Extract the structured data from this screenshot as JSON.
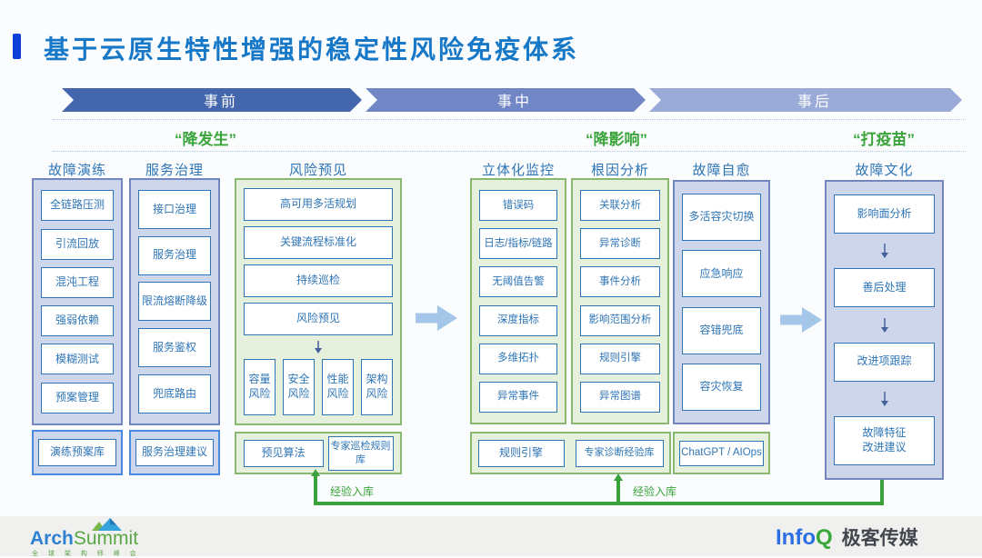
{
  "slide": {
    "title": "基于云原生特性增强的稳定性风险免疫体系"
  },
  "timeline": {
    "phases": [
      {
        "label": "事前",
        "color": "#4466ad"
      },
      {
        "label": "事中",
        "color": "#7187c5"
      },
      {
        "label": "事后",
        "color": "#9aabd8"
      }
    ]
  },
  "stage_labels": [
    "“降发生”",
    "“降影响”",
    "“打疫苗”"
  ],
  "columns": [
    {
      "header": "故障演练",
      "theme": "blue",
      "items": [
        "全链路压测",
        "引流回放",
        "混沌工程",
        "强弱依赖",
        "模糊测试",
        "预案管理"
      ],
      "footer_theme": "blue",
      "footer_boxes": [
        "演练预案库"
      ]
    },
    {
      "header": "服务治理",
      "theme": "blue",
      "items": [
        "接口治理",
        "服务治理",
        "限流熔断降级",
        "服务鉴权",
        "兜底路由"
      ],
      "footer_theme": "blue",
      "footer_boxes": [
        "服务治理建议"
      ]
    },
    {
      "header": "风险预见",
      "theme": "green",
      "items": [
        "高可用多活规划",
        "关键流程标准化",
        "持续巡检",
        "风险预见"
      ],
      "risk_boxes": [
        "容量\n风险",
        "安全\n风险",
        "性能\n风险",
        "架构\n风险"
      ],
      "footer_theme": "green",
      "footer_boxes": [
        "预见算法",
        "专家巡检规则库"
      ]
    },
    {
      "header": "立体化监控",
      "theme": "green",
      "items": [
        "错误码",
        "日志/指标/链路",
        "无阈值告警",
        "深度指标",
        "多维拓扑",
        "异常事件"
      ]
    },
    {
      "header": "根因分析",
      "theme": "green",
      "items": [
        "关联分析",
        "异常诊断",
        "事件分析",
        "影响范围分析",
        "规则引擎",
        "异常图谱"
      ]
    },
    {
      "header": "故障自愈",
      "theme": "blue",
      "items": [
        "多活容灾切换",
        "应急响应",
        "容错兜底",
        "容灾恢复"
      ],
      "footer_theme": "green",
      "footer_boxes": [
        "ChatGPT / AIOps"
      ]
    },
    {
      "header": "故障文化",
      "theme": "blue",
      "flow_arrows": true,
      "items": [
        "影响面分析",
        "善后处理",
        "改进项跟踪",
        "故障特征\n改进建议"
      ]
    }
  ],
  "mid_footer_boxes": [
    "规则引擎",
    "专家诊断经验库"
  ],
  "feedback": {
    "label": "经验入库"
  },
  "footer": {
    "archsummit": {
      "part1": "Arch",
      "part2": "Summit",
      "subtitle": "全 球 架 构 师 峰 会"
    },
    "infoq": {
      "part1": "Info",
      "part2": "Q",
      "media": "极客传媒"
    }
  },
  "colors": {
    "title_accent": "#0e3ed6",
    "title_text": "#1878c8",
    "box_blue": "#2e75b6",
    "container_blue_fill": "#cdd6ea",
    "container_blue_border": "#7386bd",
    "container_bright_border": "#4a89e0",
    "container_green_fill": "#e5f0dd",
    "container_green_border": "#8ab870",
    "stage_green": "#3ba43b",
    "section_arrow": "#a4c7e9",
    "feedback_green": "#3ba23b"
  }
}
